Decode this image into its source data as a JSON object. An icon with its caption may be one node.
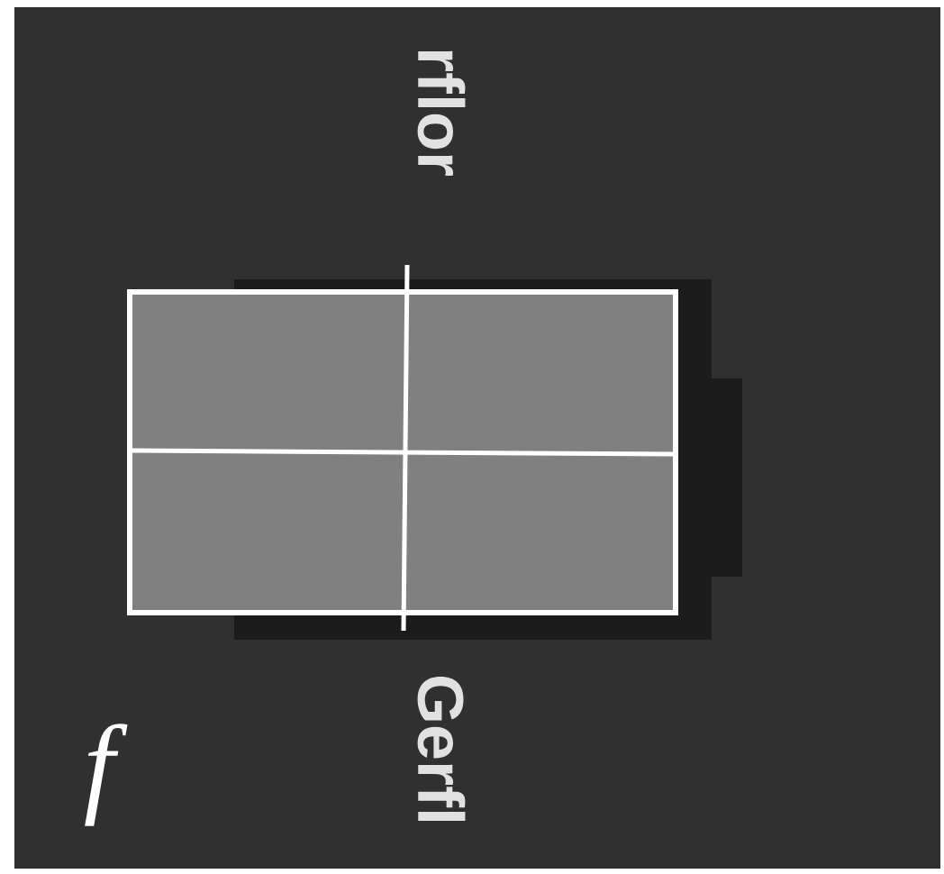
{
  "diagram": {
    "labels": [
      "rflor",
      "Gerfl",
      "f"
    ]
  }
}
